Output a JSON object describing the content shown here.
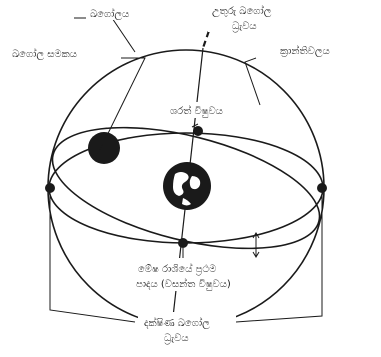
{
  "labels": {
    "celestial_sphere": "ඛගෝලය",
    "north_pole_line1": "උතුරු ඛගෝල",
    "north_pole_line2": "ධ්‍රැවය",
    "celestial_equator": "ඛගෝල සමකය",
    "ecliptic": "ක්‍රාන්තිවලය",
    "autumn_equinox": "ශරත් විෂුවය",
    "vernal_point_line1": "මේෂ රාශියේ ප්‍රථම",
    "vernal_point_line2": "පාදය (වසන්ත විෂුවය)",
    "south_pole_line1": "දක්ෂිණ ඛගෝල",
    "south_pole_line2": "ධ්‍රැවය"
  },
  "colors": {
    "ink": "#1a1a1a",
    "paper": "#ffffff"
  },
  "icons": [
    "sun-icon",
    "earth-icon"
  ]
}
